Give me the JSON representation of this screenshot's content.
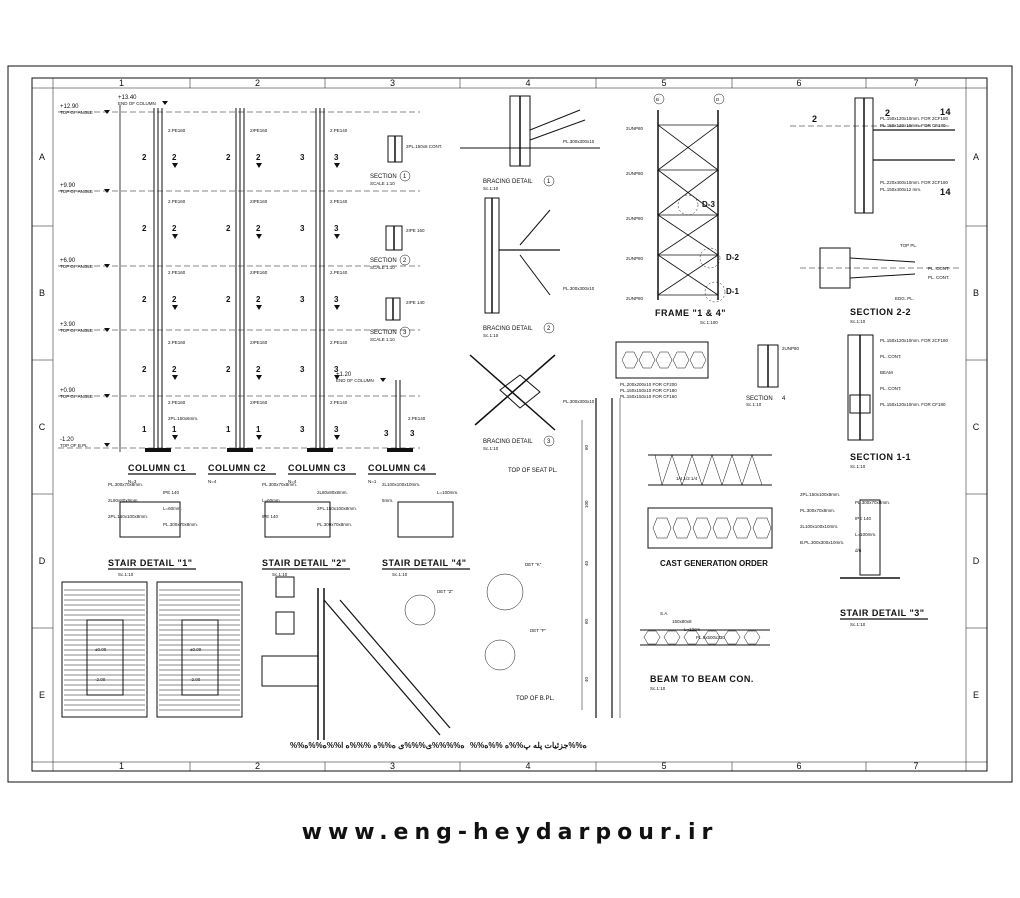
{
  "grid": {
    "columns": [
      "1",
      "2",
      "3",
      "4",
      "5",
      "6",
      "7"
    ],
    "rows": [
      "A",
      "B",
      "C",
      "D",
      "E"
    ]
  },
  "levels": [
    {
      "value": "+13.40",
      "label": "END OF COLUMN"
    },
    {
      "value": "+12.90",
      "label": "TOP OF ANGLE"
    },
    {
      "value": "+9.90",
      "label": "TOP OF ANGLE"
    },
    {
      "value": "+6.90",
      "label": "TOP OF ANGLE"
    },
    {
      "value": "+3.90",
      "label": "TOP OF ANGLE"
    },
    {
      "value": "+0.90",
      "label": "TOP OF ANGLE"
    },
    {
      "value": "+1.20",
      "label": "END OF COLUMN"
    },
    {
      "value": "-1.20",
      "label": "TOP OF B.PL"
    }
  ],
  "columns": [
    {
      "title": "COLUMN C1",
      "count": "N=3",
      "member": "2.PE160"
    },
    {
      "title": "COLUMN C2",
      "count": "N=4",
      "member": "2IPE160"
    },
    {
      "title": "COLUMN C3",
      "count": "N=4",
      "member": "2.PE140"
    },
    {
      "title": "COLUMN C4",
      "count": "N=1",
      "member": "2.PE140"
    }
  ],
  "sections": [
    {
      "title": "SECTION",
      "num": "1",
      "scale": "SCALE 1:10",
      "note": "2PL.150x6 CONT."
    },
    {
      "title": "SECTION",
      "num": "2",
      "scale": "SCALE 1:10",
      "note": "2IPE 160"
    },
    {
      "title": "SECTION",
      "num": "3",
      "scale": "SCALE 1:10",
      "note": "2IPE 140"
    },
    {
      "title": "SECTION",
      "num": "4",
      "scale": "Sc.1:10",
      "note": "2UNP80"
    }
  ],
  "bracing": [
    {
      "title": "BRACING DETAIL",
      "num": "1",
      "scale": "Sc.1:10",
      "note": "PL.300x300x10"
    },
    {
      "title": "BRACING DETAIL",
      "num": "2",
      "scale": "Sc.1:10",
      "note": "PL.300x300x10"
    },
    {
      "title": "BRACING DETAIL",
      "num": "3",
      "scale": "Sc.1:10",
      "note": "PL.300x300x10"
    }
  ],
  "frame": {
    "title": "FRAME \"1 & 4\"",
    "scale": "Sc.1:100",
    "axes": [
      "B",
      "D"
    ],
    "details": [
      "D-3",
      "D-2",
      "D-1"
    ],
    "member": "2UNP80"
  },
  "section22": {
    "title": "SECTION 2-2",
    "scale": "Sc.1:10",
    "notes": [
      "TOP PL.",
      "PL. CONT.",
      "PL. CONT.",
      "EDG. PL."
    ]
  },
  "section11": {
    "title": "SECTION 1-1",
    "scale": "Sc.1:10",
    "notes": [
      "PL.150x120x10mm. FOR 2CF180",
      "PL. CONT.",
      "BEAM",
      "PL. CONT.",
      "PL.150x120x10mm. FOR CF180"
    ]
  },
  "detail14": {
    "top": "2",
    "right": "14",
    "notes": [
      "PL.150x120x10mm. FOR 2CF180",
      "PL.150x120x10mm. FOR CF180",
      "PL.220x400x10mm. FOR 2CF180",
      "PL.150x400x12 mm."
    ]
  },
  "stairs": [
    {
      "title": "STAIR DETAIL \"1\"",
      "scale": "Sc.1:10",
      "notes": [
        "PL.300x70x8mm.",
        "IPE 140",
        "2L80x80x8mm.",
        "L=60mm.",
        "2PL.150x100x8mm.",
        "PL.300x70x8mm."
      ]
    },
    {
      "title": "STAIR DETAIL \"2\"",
      "scale": "Sc.1:10",
      "notes": [
        "PL.300x70x8mm.",
        "2L80x80x8mm.",
        "L=60mm.",
        "2PL.150x100x8mm.",
        "IPE 140",
        "PL.300x70x8mm."
      ]
    },
    {
      "title": "STAIR DETAIL \"4\"",
      "scale": "Sc.1:10",
      "notes": [
        "2L100x100x10mm.",
        "L=100mm.",
        "5mm."
      ]
    },
    {
      "title": "STAIR DETAIL \"3\"",
      "scale": "Sc.1:10",
      "notes": [
        "2PL.150x100x8mm.",
        "PL.300x70x8mm.",
        "PL.300x70x8mm.",
        "IPE 140",
        "2L100x100x10mm.",
        "L=100mm.",
        "B.PL.300x300x10mm.",
        "d/6"
      ]
    }
  ],
  "cast": {
    "title": "CAST GENERATION ORDER",
    "ratios": [
      "1/4",
      "1/2",
      "1/4"
    ]
  },
  "beam": {
    "title": "BEAM TO BEAM CON.",
    "scale": "Sc.1:10",
    "notes": [
      "S.A.",
      "150x80x8",
      "L=12cm",
      "PL.6x500x230"
    ]
  },
  "castell": {
    "notes": [
      "PL.200x200x10 FOR CF200",
      "PL.150x150x10 FOR CF180",
      "PL.150x150x10 FOR CF160"
    ]
  },
  "column_elev": {
    "top": "TOP OF SEAT PL.",
    "bottom": "TOP OF B.PL.",
    "dims": [
      "60",
      "100",
      "40",
      "60",
      "40"
    ]
  },
  "dets": [
    "DET \"K\"",
    "DET \"Z\"",
    "DET \"F\""
  ],
  "heights": [
    "±0.00",
    "-2.00"
  ],
  "footer_caption": "%%ه%%جزئیات پله پ%%ه %%ه",
  "footer_caption2": "%%ه%%%%ی%%%ی ه%%ه %%%ه ا%%ه%%ه",
  "watermark": "www.eng-heydarpour.ir"
}
